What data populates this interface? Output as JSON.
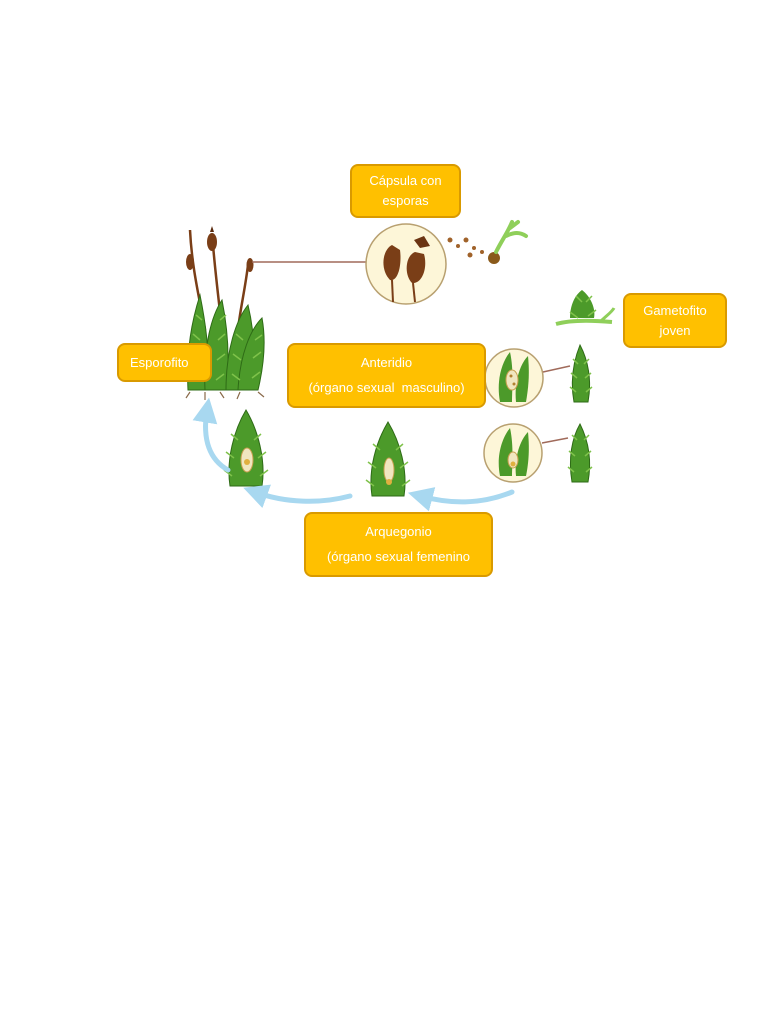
{
  "diagram": {
    "labels": {
      "capsula": [
        "Cápsula con",
        "esporas"
      ],
      "gametofito": [
        "Gametofito",
        "joven"
      ],
      "esporofito": "Esporofito",
      "anteridio": [
        "Anteridio",
        "(órgano sexual  masculino)"
      ],
      "arquegonio": [
        "Arquegonio",
        "(órgano sexual femenino"
      ]
    },
    "colors": {
      "label_fill": "#ffc000",
      "label_border": "#d99a00",
      "moss_green": "#4c9a2a",
      "capsule_brown": "#7a3e17",
      "arrow_blue": "#a8d8f0",
      "circle_fill": "#fdf6d8"
    }
  }
}
